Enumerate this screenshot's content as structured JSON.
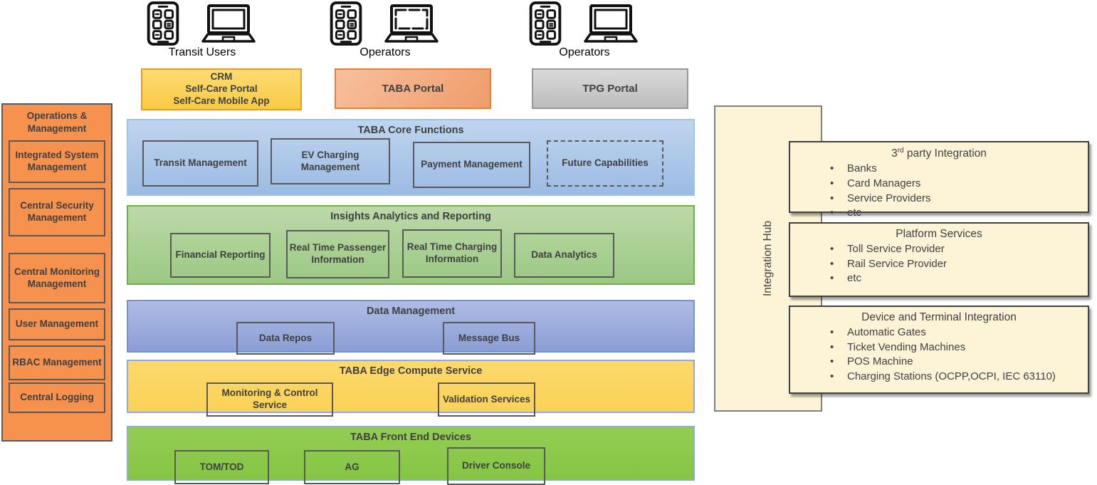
{
  "colors": {
    "orange_panel": "#F6924E",
    "dark_border": "#595959",
    "core_blue": "#AFC8E8",
    "insights_green": "#ABD295",
    "data_periwinkle": "#9DACDC",
    "edge_yellow": "#FCD65F",
    "frontend_green": "#8DC94C",
    "cream": "#FDF3D7",
    "crm_yellow": "#FBD45C",
    "taba_salmon": "#F2A77E",
    "tpg_gray": "#CFCFCF",
    "text_dark": "#404040"
  },
  "user_groups": [
    {
      "label": "Transit Users"
    },
    {
      "label": "Operators"
    },
    {
      "label": "Operators"
    }
  ],
  "portals": {
    "crm": {
      "lines": [
        "CRM",
        "Self-Care Portal",
        "Self-Care Mobile App"
      ]
    },
    "taba": {
      "label": "TABA Portal"
    },
    "tpg": {
      "label": "TPG Portal"
    }
  },
  "operations_panel": {
    "title": "Operations & Management",
    "items": [
      "Integrated System Management",
      "Central Security Management",
      "Central Monitoring Management",
      "User Management",
      "RBAC Management",
      "Central Logging"
    ]
  },
  "layers": {
    "core": {
      "title": "TABA Core Functions",
      "items": [
        "Transit Management",
        "EV Charging Management",
        "Payment Management",
        "Future Capabilities"
      ]
    },
    "insights": {
      "title": "Insights Analytics and Reporting",
      "items": [
        "Financial Reporting",
        "Real Time Passenger Information",
        "Real Time Charging Information",
        "Data Analytics"
      ]
    },
    "data": {
      "title": "Data Management",
      "items": [
        "Data Repos",
        "Message Bus"
      ]
    },
    "edge": {
      "title": "TABA Edge Compute Service",
      "items": [
        "Monitoring & Control Service",
        "Validation Services"
      ]
    },
    "frontend": {
      "title": "TABA Front End Devices",
      "items": [
        "TOM/TOD",
        "AG",
        "Driver Console"
      ]
    }
  },
  "integration_hub": {
    "label": "Integration Hub"
  },
  "integration_boxes": [
    {
      "title_prefix": "3",
      "title_sup": "rd",
      "title_rest": " party Integration",
      "bullets": [
        "Banks",
        "Card Managers",
        "Service Providers",
        "etc"
      ]
    },
    {
      "title": "Platform Services",
      "bullets": [
        "Toll Service Provider",
        "Rail Service Provider",
        "etc"
      ]
    },
    {
      "title": "Device and Terminal Integration",
      "bullets": [
        "Automatic Gates",
        "Ticket Vending Machines",
        "POS Machine",
        "Charging Stations (OCPP,OCPI, IEC 63110)"
      ]
    }
  ]
}
